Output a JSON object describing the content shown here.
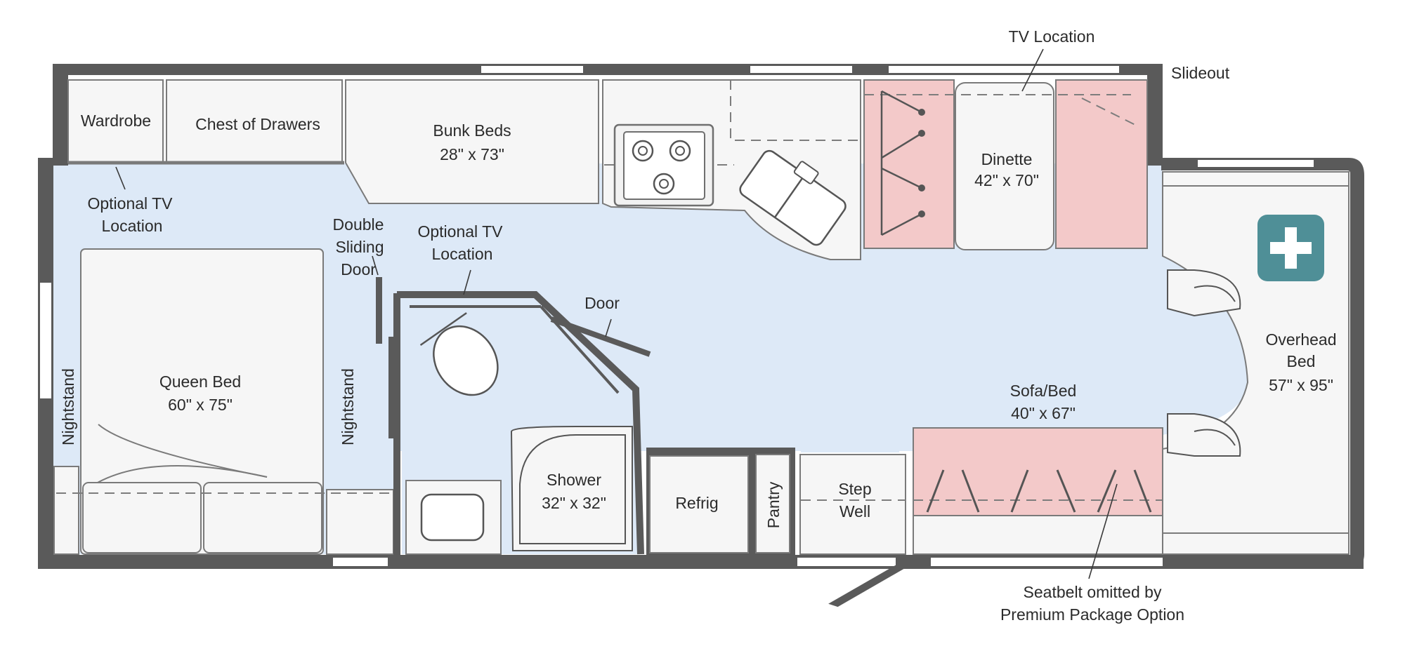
{
  "labels": {
    "tv_location": "TV Location",
    "slideout": "Slideout",
    "wardrobe": "Wardrobe",
    "chest_of_drawers": "Chest of Drawers",
    "bunk_beds": "Bunk Beds",
    "bunk_beds_size": "28\" x 73\"",
    "dinette": "Dinette",
    "dinette_size": "42\" x 70\"",
    "optional_tv_1_line1": "Optional TV",
    "optional_tv_1_line2": "Location",
    "optional_tv_2_line1": "Optional TV",
    "optional_tv_2_line2": "Location",
    "double_sliding_door_line1": "Double",
    "double_sliding_door_line2": "Sliding",
    "double_sliding_door_line3": "Door",
    "door": "Door",
    "queen_bed": "Queen Bed",
    "queen_bed_size": "60\" x 75\"",
    "nightstand_left": "Nightstand",
    "nightstand_right": "Nightstand",
    "shower": "Shower",
    "shower_size": "32\" x 32\"",
    "refrig": "Refrig",
    "pantry": "Pantry",
    "step_well_line1": "Step",
    "step_well_line2": "Well",
    "sofa_bed": "Sofa/Bed",
    "sofa_bed_size": "40\" x 67\"",
    "overhead_bed_line1": "Overhead",
    "overhead_bed_line2": "Bed",
    "overhead_bed_size": "57\" x 95\"",
    "seatbelt_note_line1": "Seatbelt omitted by",
    "seatbelt_note_line2": "Premium Package Option"
  },
  "colors": {
    "floor": "#dde9f7",
    "wall": "#5a5a5a",
    "cushion": "#f3c9c9",
    "expand_button": "#4f8f97"
  },
  "icons": {
    "expand": "plus-icon"
  }
}
